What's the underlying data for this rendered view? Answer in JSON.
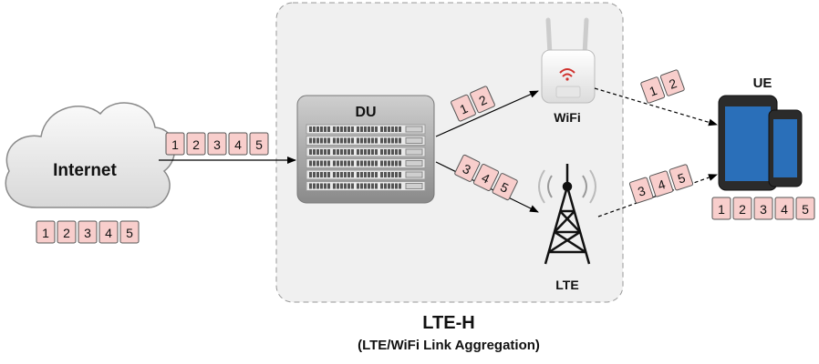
{
  "diagram": {
    "internet_label": "Internet",
    "du_label": "DU",
    "wifi_label": "WiFi",
    "lte_label": "LTE",
    "ue_label": "UE",
    "group_title": "LTE-H",
    "group_subtitle": "(LTE/WiFi Link Aggregation)"
  },
  "packets": {
    "internet_queue": [
      "1",
      "2",
      "3",
      "4",
      "5"
    ],
    "internet_to_du": [
      "1",
      "2",
      "3",
      "4",
      "5"
    ],
    "du_to_wifi": [
      "1",
      "2"
    ],
    "du_to_lte": [
      "3",
      "4",
      "5"
    ],
    "wifi_to_ue": [
      "1",
      "2"
    ],
    "lte_to_ue": [
      "3",
      "4",
      "5"
    ],
    "ue_queue": [
      "1",
      "2",
      "3",
      "4",
      "5"
    ]
  },
  "colors": {
    "packet_fill": "#f8cecc",
    "group_fill": "#f0f0f0",
    "cloud_fill": "#e6e6e6"
  }
}
